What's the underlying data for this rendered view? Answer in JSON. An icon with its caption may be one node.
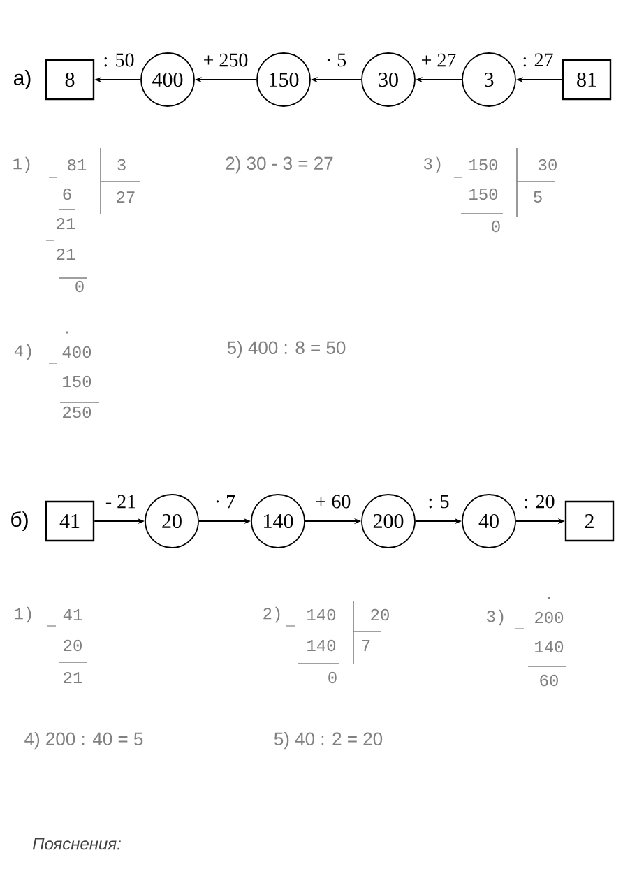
{
  "diagram": {
    "nodes": [
      {
        "text": [
          "8"
        ]
      },
      {
        "text": [
          "400"
        ]
      },
      {
        "text": [
          "150"
        ]
      },
      {
        "text": [
          "30"
        ]
      },
      {
        "text": [
          "3"
        ]
      },
      {
        "text": [
          "81"
        ]
      },
      {
        "text": [
          "41"
        ]
      },
      {
        "text": [
          "20"
        ]
      },
      {
        "text": [
          "140"
        ]
      },
      {
        "text": [
          "200"
        ]
      },
      {
        "text": [
          "40"
        ]
      },
      {
        "text": [
          "2"
        ]
      }
    ],
    "edges": [
      {
        "from": 1,
        "to": 0,
        "arrow": "to",
        "label": ": 50"
      },
      {
        "from": 2,
        "to": 1,
        "arrow": "to",
        "label": "+ 250"
      },
      {
        "from": 3,
        "to": 2,
        "arrow": "to",
        "label": "· 5"
      },
      {
        "from": 4,
        "to": 3,
        "arrow": "to",
        "label": "+ 27"
      },
      {
        "from": 5,
        "to": 4,
        "arrow": "to",
        "label": ": 27"
      },
      {
        "from": 6,
        "to": 7,
        "arrow": "to",
        "label": "- 21"
      },
      {
        "from": 7,
        "to": 8,
        "arrow": "to",
        "label": "· 7"
      },
      {
        "from": 8,
        "to": 9,
        "arrow": "to",
        "label": "+ 60"
      },
      {
        "from": 9,
        "to": 10,
        "arrow": "to",
        "label": ": 5"
      },
      {
        "from": 10,
        "to": 11,
        "arrow": "to",
        "label": ": 20"
      }
    ],
    "labels": [
      "а)",
      "1)",
      "81",
      "3",
      "2) 30 - 3 = 27",
      "3)",
      "150",
      "30",
      "6",
      "27",
      "150",
      "5",
      "21",
      "0",
      "21",
      "0",
      "4)",
      "400",
      "5) 400 : 8 = 50",
      "150",
      "250",
      "б)",
      "1)",
      "41",
      "2)",
      "140",
      "20",
      "3)",
      "200",
      "20",
      "140",
      "7",
      "140",
      "21",
      "0",
      "60",
      "4) 200 : 40 = 5",
      "5) 40 : 2 = 20",
      "Пояснения:"
    ]
  }
}
